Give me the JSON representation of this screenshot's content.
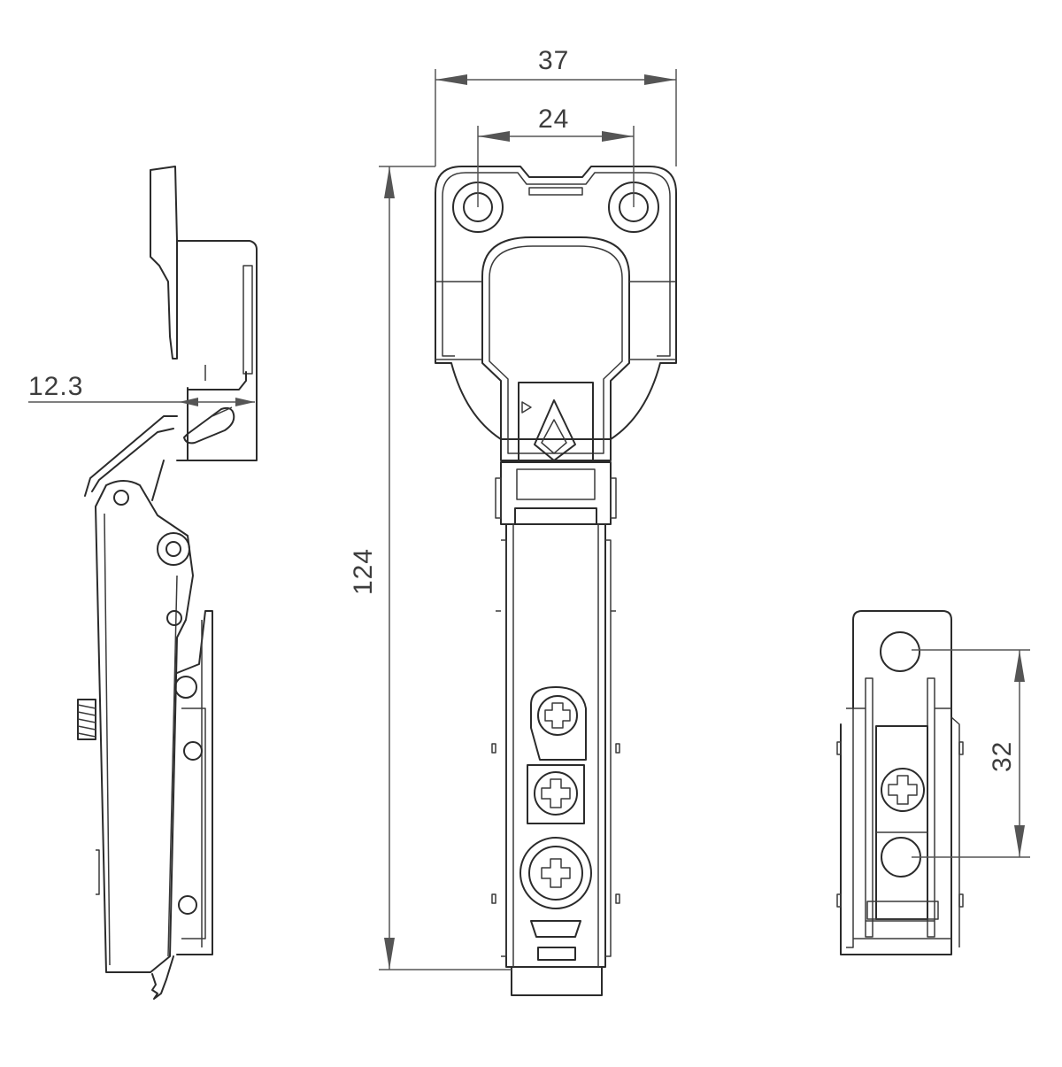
{
  "dimensions": {
    "overall_width": "37",
    "hole_spacing": "24",
    "overall_length": "124",
    "cup_depth": "12.3",
    "plate_hole_spacing": "32"
  },
  "views": [
    "side-view",
    "front-view",
    "mounting-plate-view"
  ]
}
